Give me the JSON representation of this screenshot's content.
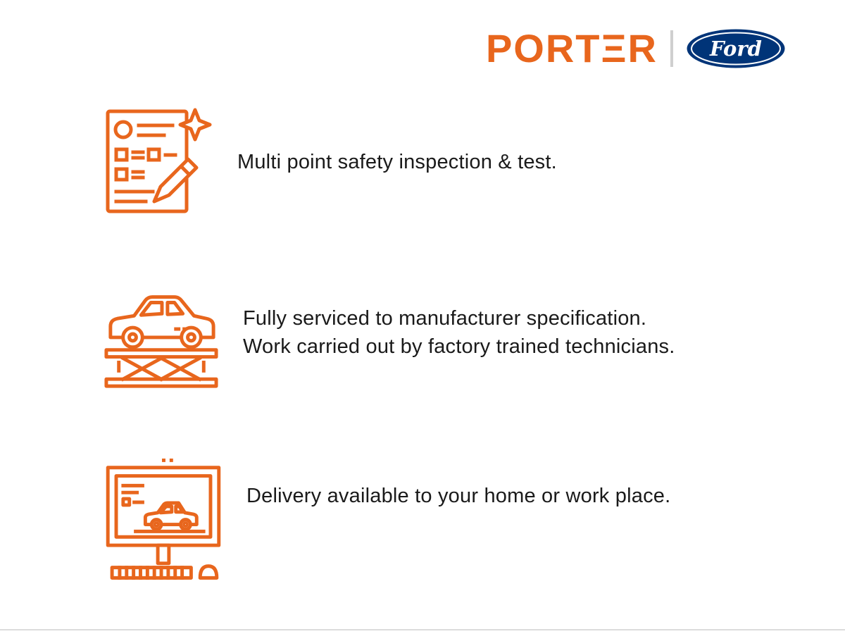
{
  "page": {
    "background": "#ffffff",
    "accent_color": "#E8661D",
    "text_color": "#1a1a1a"
  },
  "header": {
    "brand_display": "PORTΞR",
    "ford_label": "Ford",
    "ford_blue": "#003478"
  },
  "features": [
    {
      "icon": "safety-inspection-checklist-icon",
      "lines": [
        "Multi point safety inspection & test."
      ]
    },
    {
      "icon": "car-service-lift-icon",
      "lines": [
        "Fully serviced to manufacturer specification.",
        "Work carried out by factory trained technicians."
      ]
    },
    {
      "icon": "online-delivery-monitor-icon",
      "lines": [
        "Delivery available to your home or work place."
      ]
    }
  ]
}
